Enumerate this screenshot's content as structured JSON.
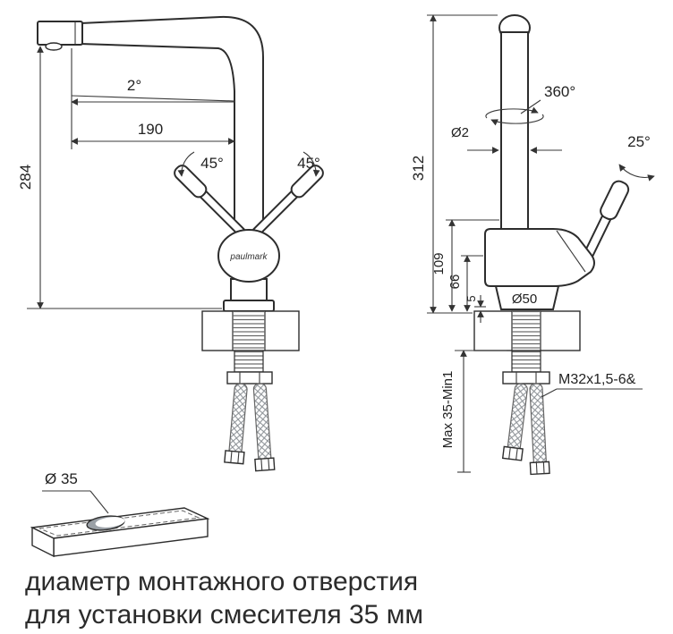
{
  "left_view": {
    "height": "284",
    "spout_angle": "2°",
    "reach": "190",
    "handle_left_angle": "45°",
    "handle_right_angle": "45°",
    "brand": "paulmark"
  },
  "right_view": {
    "height": "312",
    "rotation": "360°",
    "pipe_diameter": "Ø2",
    "handle_angle": "25°",
    "body_height": "109",
    "base_height": "66",
    "gap": "5",
    "base_diameter": "Ø50",
    "mount_range": "Max 35-Min1",
    "thread_spec": "M32x1,5-6&"
  },
  "mount_hole": {
    "diameter": "Ø 35"
  },
  "caption": {
    "line1": "диаметр монтажного отверстия",
    "line2": "для установки смесителя 35 мм"
  }
}
